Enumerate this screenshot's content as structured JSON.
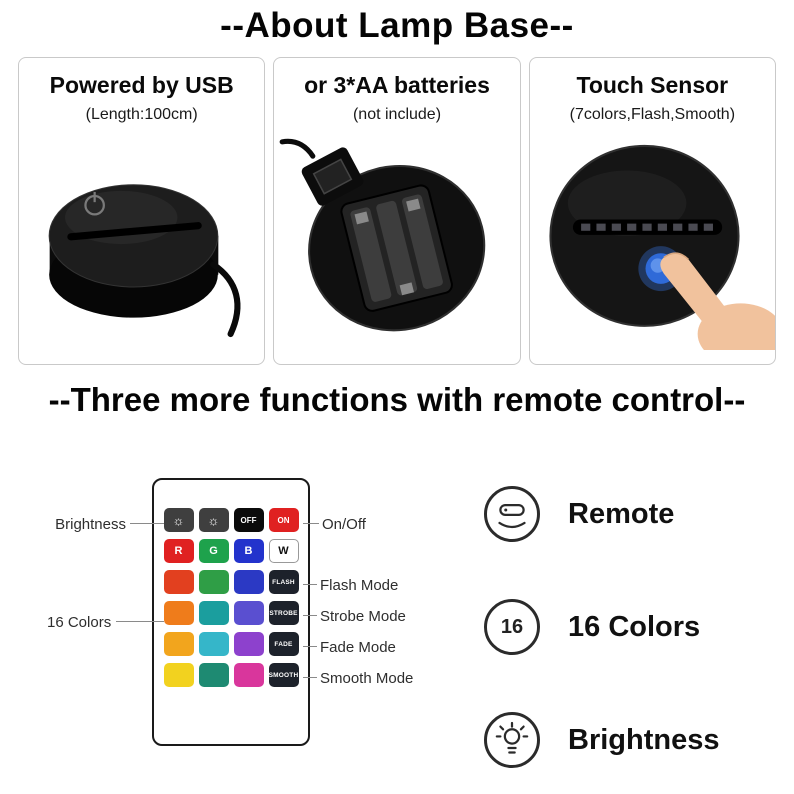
{
  "title": "--About Lamp Base--",
  "panels": [
    {
      "title": "Powered by USB",
      "subtitle": "(Length:100cm)"
    },
    {
      "title": "or 3*AA batteries",
      "subtitle": "(not include)"
    },
    {
      "title": "Touch Sensor",
      "subtitle": "(7colors,Flash,Smooth)"
    }
  ],
  "section_title": "--Three more functions with remote control--",
  "remote": {
    "callouts": {
      "brightness": "Brightness",
      "on_off": "On/Off",
      "colors": "16 Colors",
      "flash": "Flash Mode",
      "strobe": "Strobe Mode",
      "fade": "Fade Mode",
      "smooth": "Smooth Mode"
    },
    "top_row": [
      {
        "icon": "brightness-up-icon",
        "glyph": "☼",
        "bg": "#3f3f3f"
      },
      {
        "icon": "brightness-down-icon",
        "glyph": "☼",
        "bg": "#3f3f3f"
      },
      {
        "label": "OFF",
        "bg": "#0b0b0b",
        "fg": "#ffffff"
      },
      {
        "label": "ON",
        "bg": "#e02121",
        "fg": "#ffffff"
      }
    ],
    "rgbw_row": [
      {
        "label": "R",
        "bg": "#e02121",
        "fg": "#ffffff"
      },
      {
        "label": "G",
        "bg": "#1ea24c",
        "fg": "#ffffff"
      },
      {
        "label": "B",
        "bg": "#2333cc",
        "fg": "#ffffff"
      },
      {
        "label": "W",
        "bg": "#ffffff",
        "fg": "#111111"
      }
    ],
    "color_rows": [
      {
        "colors": [
          "#e2401f",
          "#2f9e46",
          "#2b39c4"
        ],
        "mode": "FLASH"
      },
      {
        "colors": [
          "#ef7c1b",
          "#1b9e9e",
          "#5a4fd0"
        ],
        "mode": "STROBE"
      },
      {
        "colors": [
          "#f2a51d",
          "#35b6c9",
          "#8d41cd"
        ],
        "mode": "FADE"
      },
      {
        "colors": [
          "#f2d21f",
          "#1e8a72",
          "#d9369c"
        ],
        "mode": "SMOOTH"
      }
    ]
  },
  "features": [
    {
      "icon": "remote-icon",
      "label": "Remote"
    },
    {
      "icon": "count-16-badge",
      "label": "16 Colors",
      "badge": "16"
    },
    {
      "icon": "brightness-bulb-icon",
      "label": "Brightness"
    }
  ]
}
